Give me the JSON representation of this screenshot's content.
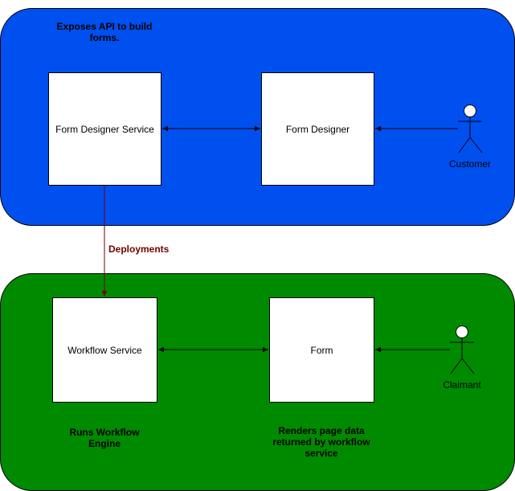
{
  "regions": {
    "top": {
      "note": "Exposes API to build forms."
    },
    "bottom": {
      "note_left": "Runs Workflow Engine",
      "note_right": "Renders page data returned by workflow service"
    }
  },
  "boxes": {
    "form_designer_service": "Form Designer Service",
    "form_designer": "Form Designer",
    "workflow_service": "Workflow Service",
    "form": "Form"
  },
  "actors": {
    "customer": "Customer",
    "claimant": "Claimant"
  },
  "edges": {
    "deployments": "Deployments"
  },
  "colors": {
    "top_region": "#0050ef",
    "bottom_region": "#008a00",
    "deployments_edge": "#6f0000"
  }
}
